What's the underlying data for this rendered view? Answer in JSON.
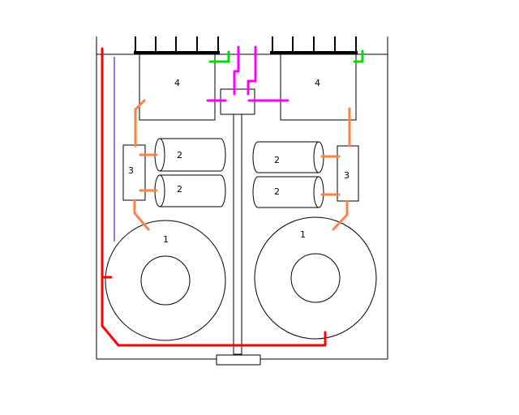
{
  "colors": {
    "outline": "#000000",
    "ground_wire": "#ff0000",
    "orange_wire": "#ff8040",
    "magenta_wire": "#ff00ff",
    "green_wire": "#00dd00",
    "blue_wire": "#0000cc",
    "background": "#ffffff"
  },
  "labels": {
    "transformer_left": "1",
    "transformer_right": "1",
    "capacitor_left_top": "2",
    "capacitor_left_bottom": "2",
    "capacitor_right_top": "2",
    "capacitor_right_bottom": "2",
    "rectifier_left": "3",
    "rectifier_right": "3",
    "module_left": "4",
    "module_right": "4"
  }
}
